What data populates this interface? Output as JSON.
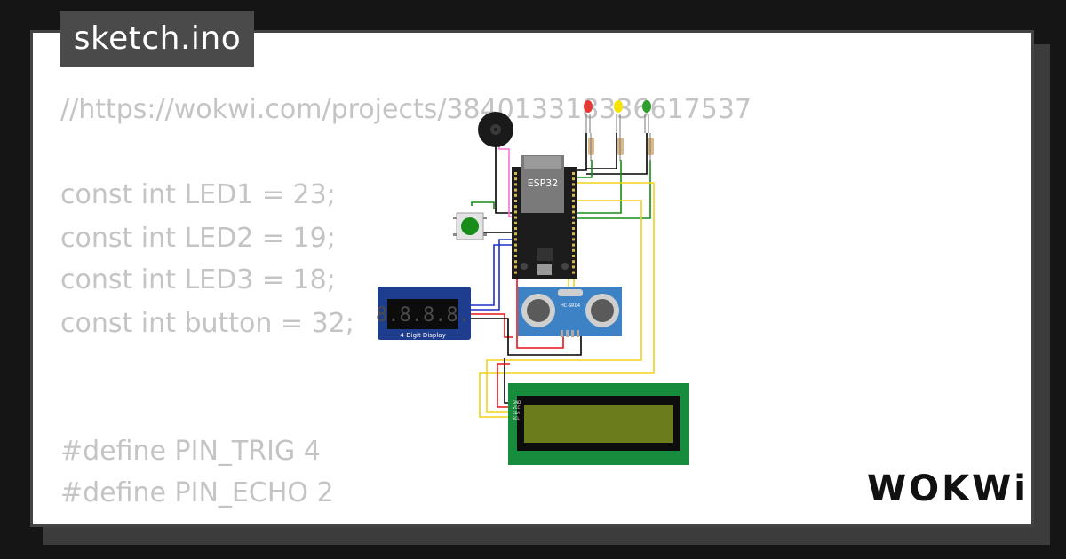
{
  "file_tab": {
    "label": "sketch.ino"
  },
  "code_lines": [
    "//https://wokwi.com/projects/384013318336617537",
    "",
    "const int LED1 = 23;",
    "const int LED2 = 19;",
    "const int LED3 = 18;",
    "const int button = 32;",
    "",
    "",
    "#define PIN_TRIG 4",
    "#define PIN_ECHO 2"
  ],
  "circuit": {
    "esp32_label": "ESP32",
    "display_label": "4-Digit Display",
    "display_digits": "8.8.8.8.",
    "ultrasonic_label": "HC-SR04",
    "lcd_pins": [
      "GND",
      "VCC",
      "SDA",
      "SCL"
    ],
    "led_colors": [
      "#e53935",
      "#f5e400",
      "#2e9e2e"
    ],
    "wire_colors": {
      "black": "#000000",
      "red": "#e0161b",
      "yellow": "#f2d21b",
      "green": "#178c17",
      "blue": "#1b2fcc",
      "pink": "#ff6fd2"
    }
  },
  "brand": {
    "logo_text": "WOKWi"
  }
}
